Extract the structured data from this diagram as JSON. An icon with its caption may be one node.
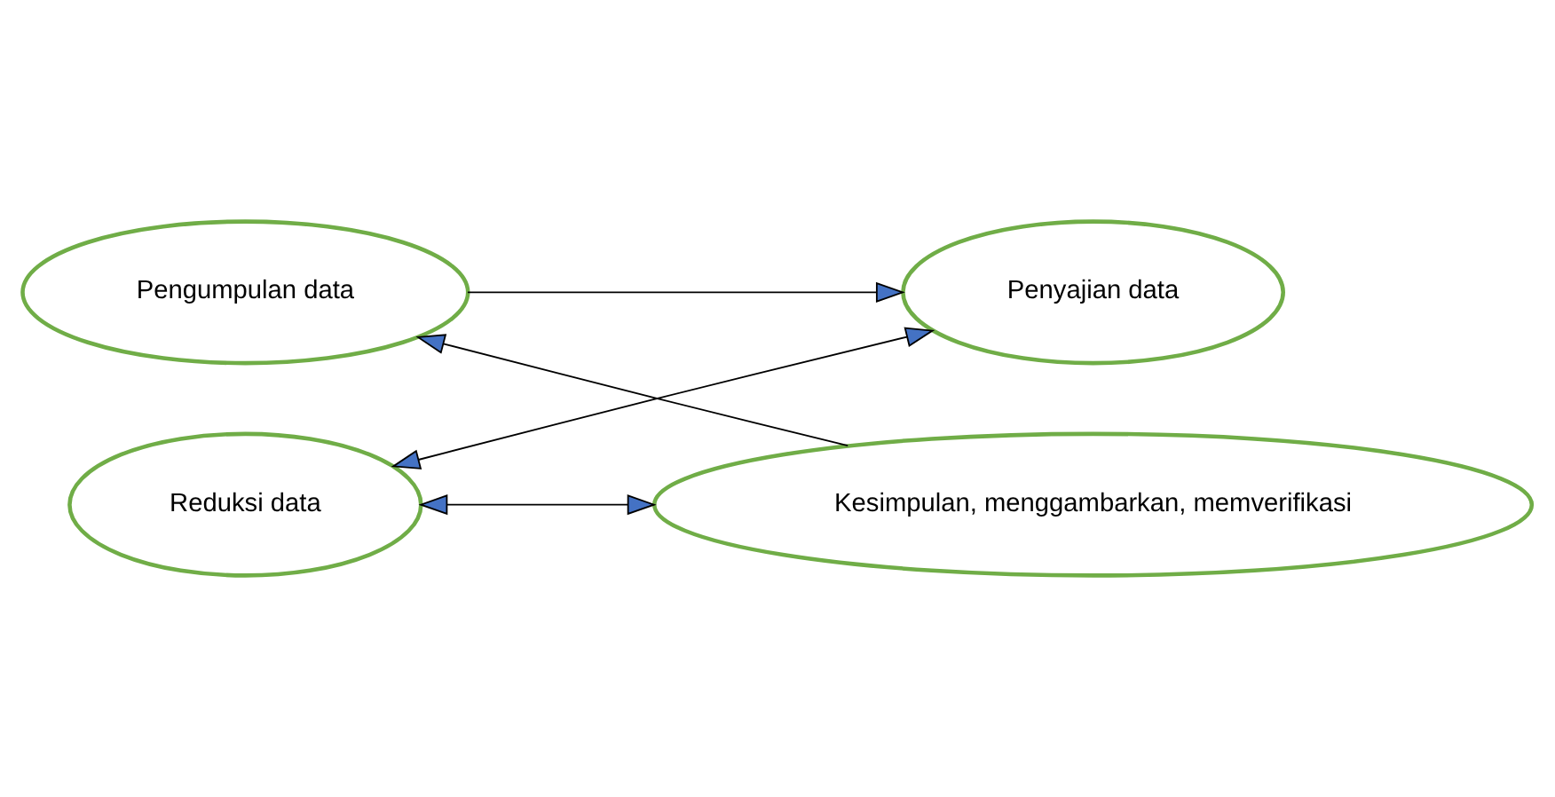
{
  "diagram": {
    "nodes": [
      {
        "text": [
          "Pengumpulan data"
        ]
      },
      {
        "text": [
          "Penyajian data"
        ]
      },
      {
        "text": [
          "Reduksi data"
        ]
      },
      {
        "text": [
          "Kesimpulan, menggambarkan, memverifikasi"
        ]
      }
    ],
    "edges": [
      {
        "from": 0,
        "to": 1,
        "arrow": "to"
      },
      {
        "from": 1,
        "to": 2,
        "arrow": "both"
      },
      {
        "from": 2,
        "to": 3,
        "arrow": "both"
      },
      {
        "from": 3,
        "to": 0,
        "arrow": "to"
      }
    ]
  }
}
